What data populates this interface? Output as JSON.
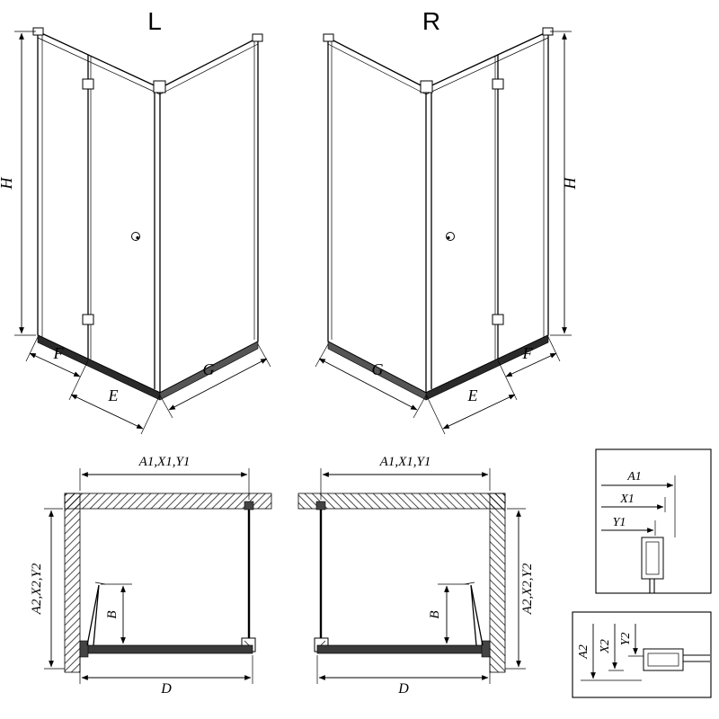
{
  "iso_left": {
    "title": "L",
    "height": "H",
    "fixed_width": "F",
    "entry_width": "E",
    "side_width": "G"
  },
  "iso_right": {
    "title": "R",
    "height": "H",
    "fixed_width": "F",
    "entry_width": "E",
    "side_width": "G"
  },
  "plan_left": {
    "width_dims": "A1,X1,Y1",
    "depth_dims": "A2,X2,Y2",
    "door_depth": "B",
    "total_width": "D"
  },
  "plan_right": {
    "width_dims": "A1,X1,Y1",
    "depth_dims": "A2,X2,Y2",
    "door_depth": "B",
    "total_width": "D"
  },
  "detail_width_box": {
    "labels": [
      "A1",
      "X1",
      "Y1"
    ]
  },
  "detail_depth_box": {
    "labels": [
      "A2",
      "X2",
      "Y2"
    ]
  },
  "colors": {
    "line": "#000000",
    "background": "#ffffff",
    "tray_front": "#2a2a2a",
    "tray_side": "#555555",
    "glass_band": "#3a3a3a"
  }
}
